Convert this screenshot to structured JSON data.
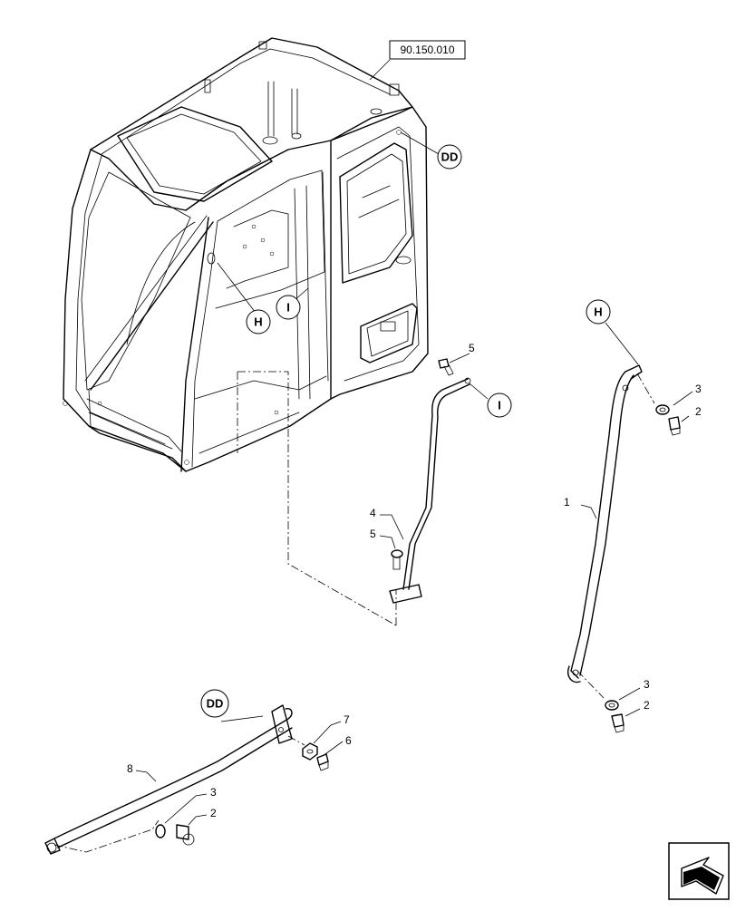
{
  "reference_box": "90.150.010",
  "circle_labels": {
    "dd_top": "DD",
    "h_cab": "H",
    "i_cab": "I",
    "h_right": "H",
    "i_right": "I",
    "dd_bottom": "DD"
  },
  "part_numbers": {
    "p1": "1",
    "p2_right_top": "2",
    "p3_right_top": "3",
    "p3_right_bottom": "3",
    "p2_right_bottom": "2",
    "p4": "4",
    "p5_top": "5",
    "p5_bottom": "5",
    "p6": "6",
    "p7": "7",
    "p8": "8",
    "p3_bottom": "3",
    "p2_bottom": "2"
  },
  "nav_icon": "previous-view-arrow-icon"
}
